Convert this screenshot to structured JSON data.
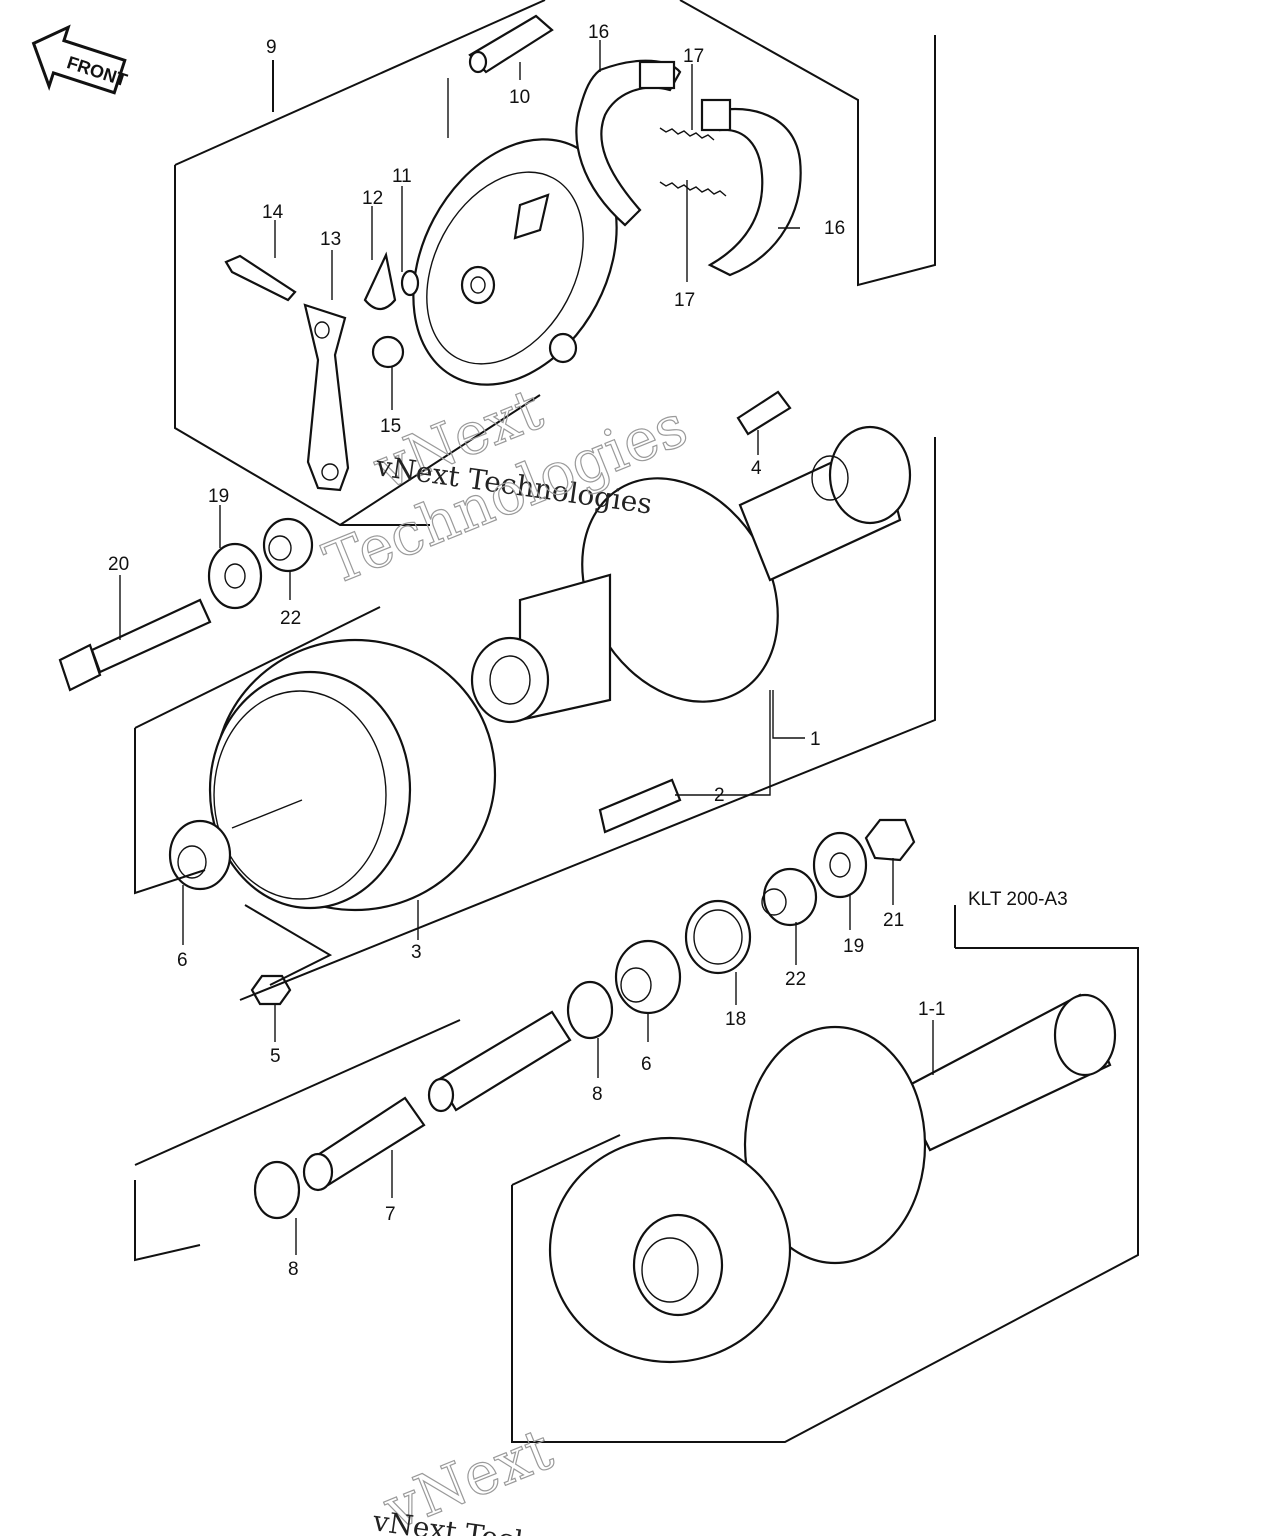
{
  "front_badge": {
    "text": "FRONT"
  },
  "callouts": [
    {
      "id": "c9",
      "text": "9"
    },
    {
      "id": "c10",
      "text": "10"
    },
    {
      "id": "c16a",
      "text": "16"
    },
    {
      "id": "c17a",
      "text": "17"
    },
    {
      "id": "c11",
      "text": "11"
    },
    {
      "id": "c12",
      "text": "12"
    },
    {
      "id": "c14",
      "text": "14"
    },
    {
      "id": "c13",
      "text": "13"
    },
    {
      "id": "c16b",
      "text": "16"
    },
    {
      "id": "c17b",
      "text": "17"
    },
    {
      "id": "c15",
      "text": "15"
    },
    {
      "id": "c4",
      "text": "4"
    },
    {
      "id": "c19a",
      "text": "19"
    },
    {
      "id": "c20",
      "text": "20"
    },
    {
      "id": "c22a",
      "text": "22"
    },
    {
      "id": "c1",
      "text": "1"
    },
    {
      "id": "c2",
      "text": "2"
    },
    {
      "id": "c6a",
      "text": "6"
    },
    {
      "id": "c3",
      "text": "3"
    },
    {
      "id": "c5",
      "text": "5"
    },
    {
      "id": "c21",
      "text": "21"
    },
    {
      "id": "c19b",
      "text": "19"
    },
    {
      "id": "c22b",
      "text": "22"
    },
    {
      "id": "c18",
      "text": "18"
    },
    {
      "id": "c6b",
      "text": "6"
    },
    {
      "id": "c8a",
      "text": "8"
    },
    {
      "id": "c7",
      "text": "7"
    },
    {
      "id": "c8b",
      "text": "8"
    },
    {
      "id": "c1-1",
      "text": "1-1"
    }
  ],
  "model_label": "KLT 200-A3",
  "watermarks": [
    "vNext",
    "vNext Technologies",
    "Technologies",
    "vNext",
    "vNext Technologies"
  ]
}
